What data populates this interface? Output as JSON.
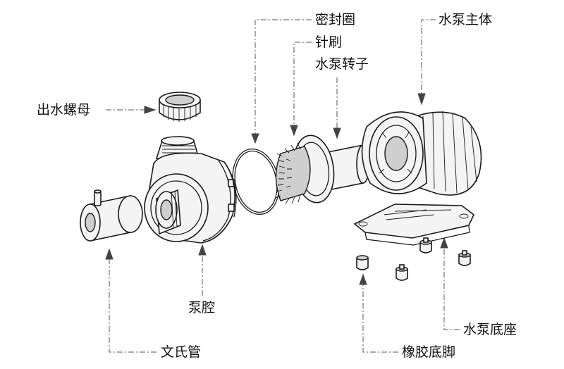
{
  "labels": {
    "seal_ring": "密封圈",
    "needle_brush": "针刷",
    "rotor": "水泵转子",
    "pump_body": "水泵主体",
    "outlet_nut": "出水螺母",
    "pump_chamber": "泵腔",
    "venturi_tube": "文氏管",
    "pump_base": "水泵底座",
    "rubber_feet": "橡胶底脚"
  }
}
